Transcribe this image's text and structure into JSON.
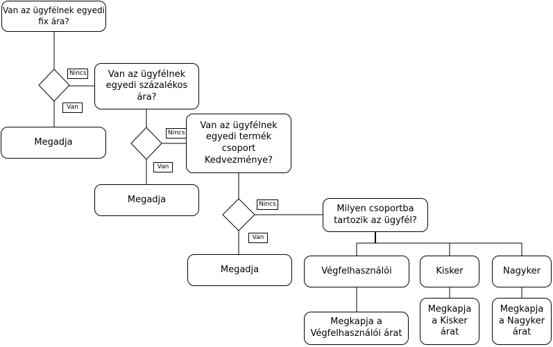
{
  "nodes": {
    "q1": "Van az ügyfélnek egyedi\nfix ára?",
    "q2": "Van az ügyfélnek\negyedi százalékos\nára?",
    "q3": "Van az ügyfélnek\negyedi termék\ncsoport\nKedvezménye?",
    "q4": "Milyen csoportba\ntartozik az ügyfél?",
    "r1": "Megadja",
    "r2": "Megadja",
    "r3": "Megadja",
    "g1": "Végfelhasználói",
    "g2": "Kisker",
    "g3": "Nagyker",
    "o1": "Megkapja a\nVégfelhasználói árat",
    "o2": "Megkapja\na Kisker\nárat",
    "o3": "Megkapja\na Nagyker\nárat"
  },
  "labels": {
    "no1": "Nincs",
    "yes1": "Van",
    "no2": "Nincs",
    "yes2": "Van",
    "no3": "Nincs",
    "yes3": "Van"
  }
}
